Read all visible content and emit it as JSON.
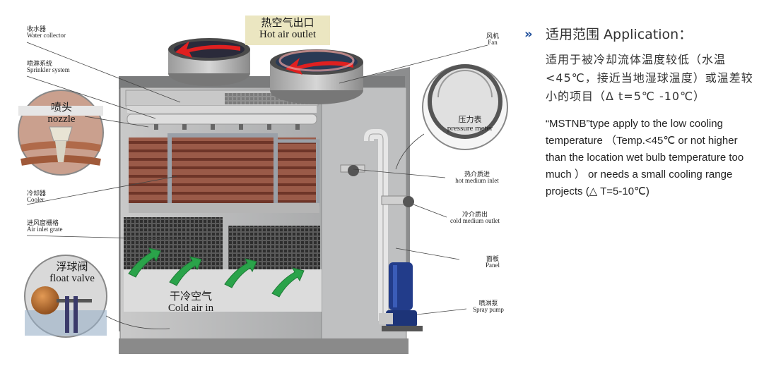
{
  "labels": {
    "water_collector": {
      "zh": "收水器",
      "en": "Water collector"
    },
    "sprinkler_system": {
      "zh": "喷淋系统",
      "en": "Sprinkler system"
    },
    "nozzle": {
      "zh": "喷头",
      "en": "nozzle"
    },
    "cooler": {
      "zh": "冷却器",
      "en": "Cooler"
    },
    "air_inlet_grate": {
      "zh": "进风窗栅格",
      "en": "Air inlet grate"
    },
    "float_valve": {
      "zh": "浮球阀",
      "en": "float valve"
    },
    "hot_air_outlet": {
      "zh": "热空气出口",
      "en": "Hot air outlet"
    },
    "cold_air_in": {
      "zh": "干冷空气",
      "en": "Cold air in"
    },
    "fan": {
      "zh": "风机",
      "en": "Fan"
    },
    "pressure_meter": {
      "zh": "压力表",
      "en": "pressure meter"
    },
    "hot_medium_inlet": {
      "zh": "热介质进",
      "en": "hot medium inlet"
    },
    "cold_medium_outlet": {
      "zh": "冷介质出",
      "en": "cold medium outlet"
    },
    "panel": {
      "zh": "面板",
      "en": "Panel"
    },
    "spray_pump": {
      "zh": "喷淋泵",
      "en": "Spray pump"
    }
  },
  "application": {
    "bullet": "»",
    "title": "适用范围  Application：",
    "zh_desc": "适用于被冷却流体温度较低（水温 <45℃，接近当地湿球温度）或温差较小的项目（Δ t=5℃ -10℃）",
    "en_desc": "“MSTNB”type apply to the low cooling temperature （Temp.<45℃ or not higher than the location wet bulb temperature too much ） or needs a small cooling range projects (△ T=5-10℃)"
  },
  "colors": {
    "accent_blue": "#1f4e9a",
    "hot_arrow": "#e02020",
    "cold_arrow": "#2aa34a",
    "coil": "#8a4a3a",
    "casing": "#a9aaab"
  }
}
